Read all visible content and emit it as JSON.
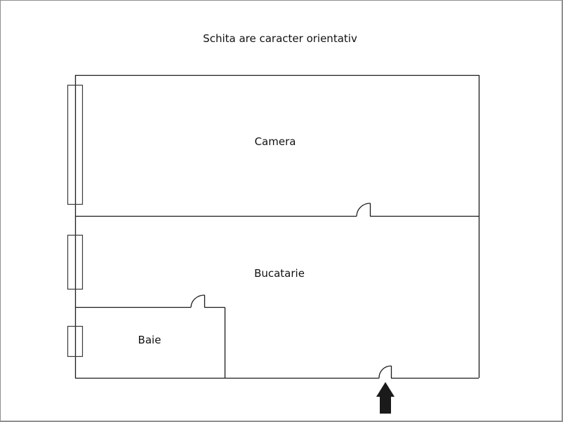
{
  "title": "Schita are caracter orientativ",
  "rooms": {
    "camera": {
      "label": "Camera"
    },
    "bucatarie": {
      "label": "Bucatarie"
    },
    "baie": {
      "label": "Baie"
    }
  },
  "symbols": {
    "entrance": "arrow-up-icon",
    "door": "door-swing-icon",
    "window": "window-icon"
  },
  "colors": {
    "wall": "#1a1a1a",
    "frame": "#8f8f8f",
    "arrow": "#1a1a1a",
    "background": "#ffffff"
  }
}
